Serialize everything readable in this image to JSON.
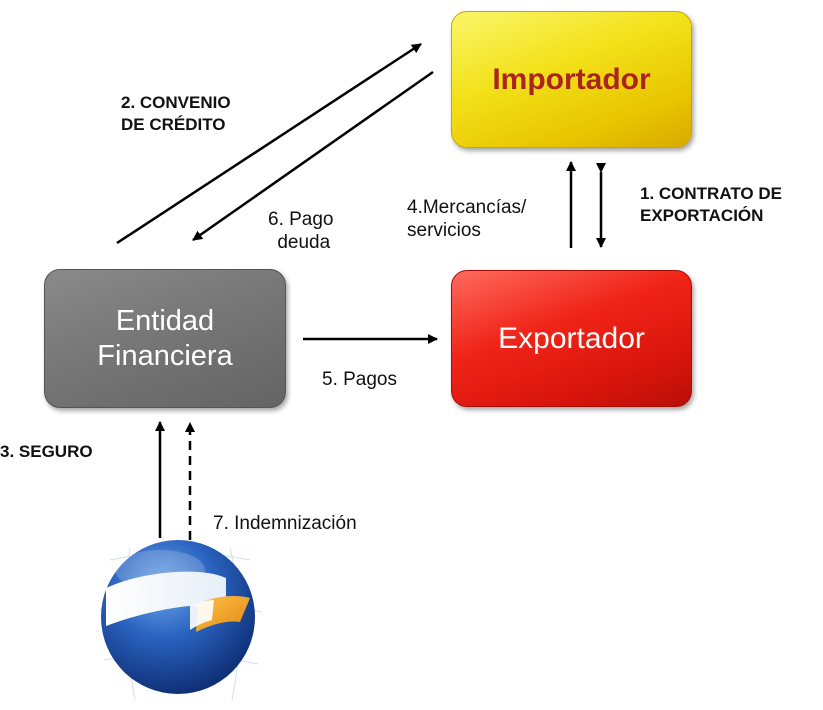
{
  "nodes": {
    "importador": "Importador",
    "exportador": "Exportador",
    "entidad_line1": "Entidad",
    "entidad_line2": "Financiera"
  },
  "edges": {
    "convenio_line1": "2. CONVENIO",
    "convenio_line2": "DE CRÉDITO",
    "pago_deuda_line1": "6. Pago",
    "pago_deuda_line2": "deuda",
    "mercancias_line1": "4.Mercancías/",
    "mercancias_line2": "servicios",
    "contrato_line1": "1. CONTRATO DE",
    "contrato_line2": "EXPORTACIÓN",
    "pagos": "5. Pagos",
    "seguro": "3. SEGURO",
    "indemnizacion": "7. Indemnización"
  },
  "colors": {
    "importador_fill": "#f3e11a",
    "importador_text": "#a8241c",
    "exportador_fill": "#e01a10",
    "entidad_fill": "#777777",
    "arrow": "#000000",
    "logo_blue": "#1f4fa0",
    "logo_orange": "#f0a020"
  },
  "logo": {
    "icon": "insurer-globe-logo-icon"
  }
}
